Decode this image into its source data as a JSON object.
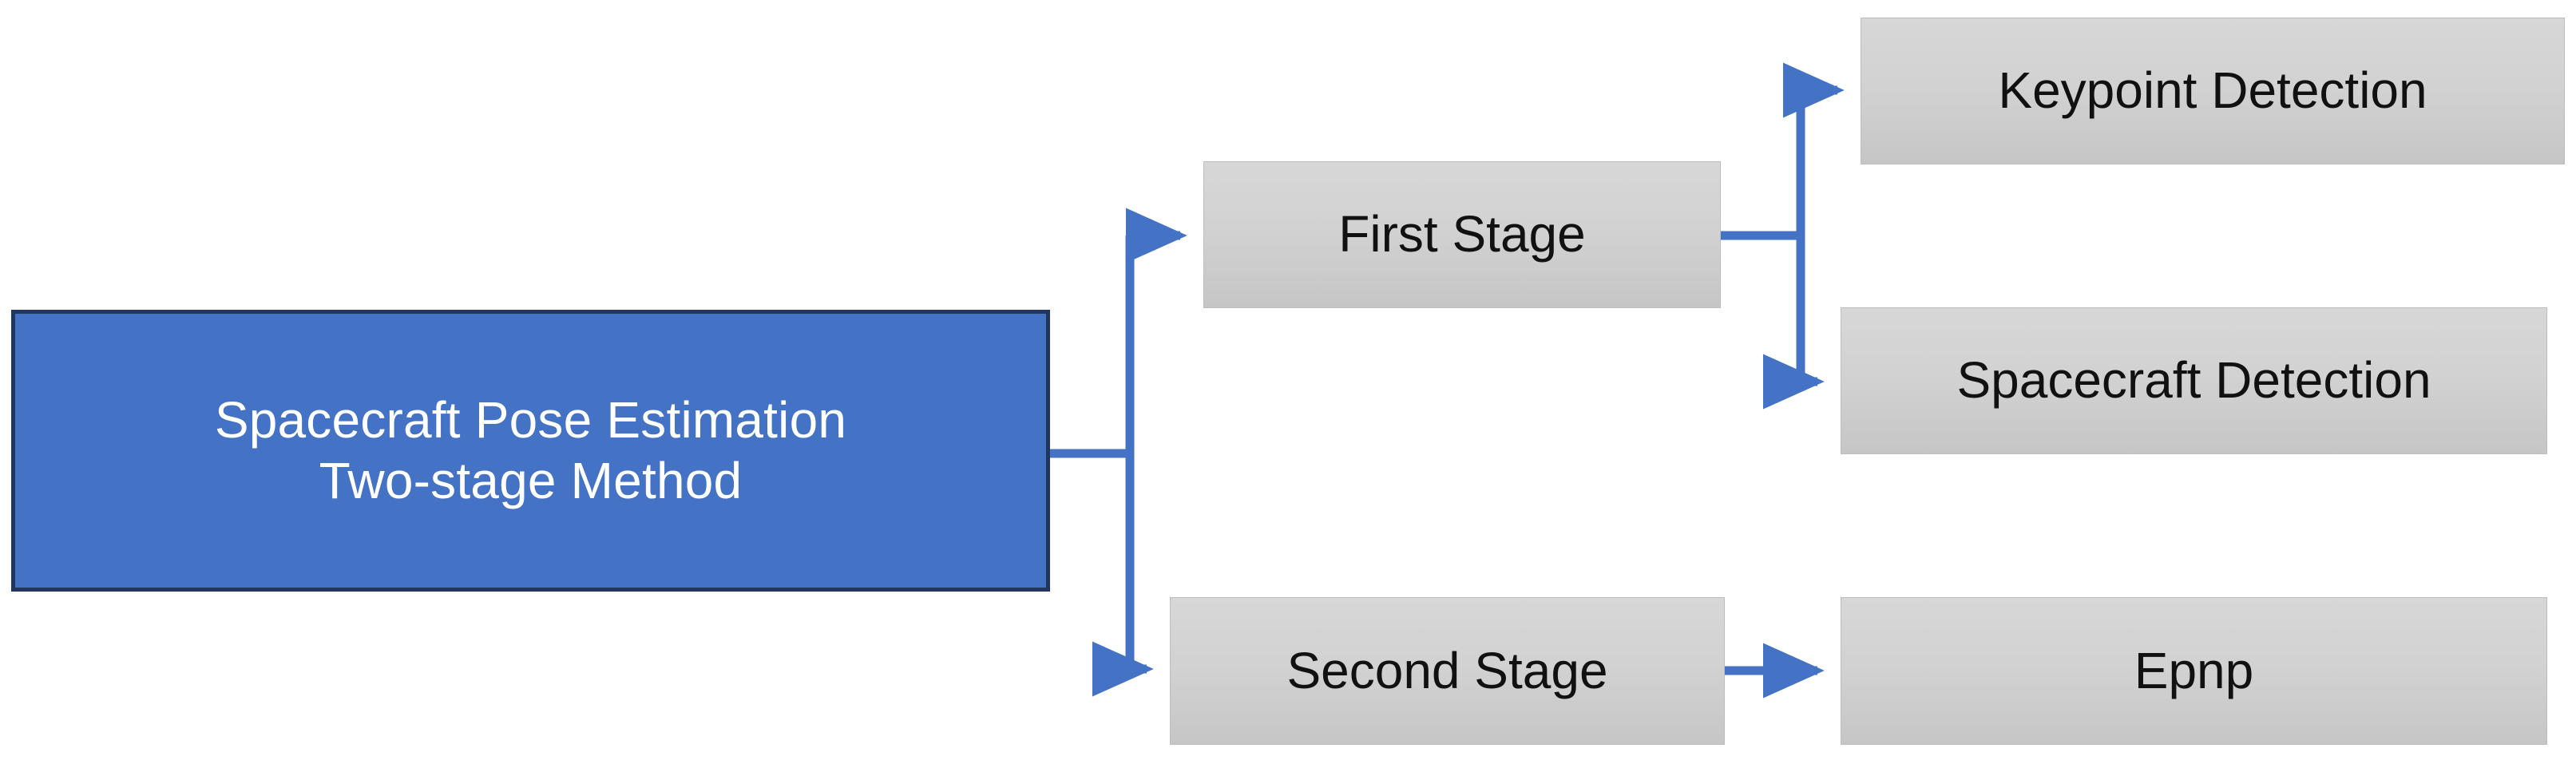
{
  "diagram": {
    "title": "Spacecraft Pose Estimation Two-stage Method",
    "colors": {
      "root_fill": "#4472C4",
      "root_border": "#20365E",
      "root_text": "#FFFFFF",
      "node_fill_top": "#D7D7D7",
      "node_fill_bottom": "#C6C6C6",
      "node_border": "#BDBDBD",
      "node_text": "#111111",
      "connector": "#4472C4",
      "background": "#FFFFFF"
    },
    "nodes": {
      "root": {
        "label": "Spacecraft Pose Estimation\nTwo-stage Method",
        "line1": "Spacecraft Pose Estimation",
        "line2": "Two-stage Method",
        "kind": "root"
      },
      "first_stage": {
        "label": "First Stage",
        "kind": "stage"
      },
      "second_stage": {
        "label": "Second Stage",
        "kind": "stage"
      },
      "keypoint_detection": {
        "label": "Keypoint Detection",
        "kind": "leaf"
      },
      "spacecraft_detection": {
        "label": "Spacecraft Detection",
        "kind": "leaf"
      },
      "epnp": {
        "label": "Epnp",
        "kind": "leaf"
      }
    },
    "edges": [
      {
        "id": "root-to-first-stage",
        "from": "root",
        "to": "first_stage",
        "style": "elbow-up",
        "arrow": true
      },
      {
        "id": "root-to-second-stage",
        "from": "root",
        "to": "second_stage",
        "style": "elbow-down",
        "arrow": true
      },
      {
        "id": "first-to-keypoint",
        "from": "first_stage",
        "to": "keypoint_detection",
        "style": "elbow-up",
        "arrow": true
      },
      {
        "id": "first-to-spacecraft",
        "from": "first_stage",
        "to": "spacecraft_detection",
        "style": "elbow-down",
        "arrow": true
      },
      {
        "id": "second-to-epnp",
        "from": "second_stage",
        "to": "epnp",
        "style": "straight",
        "arrow": true
      }
    ]
  }
}
